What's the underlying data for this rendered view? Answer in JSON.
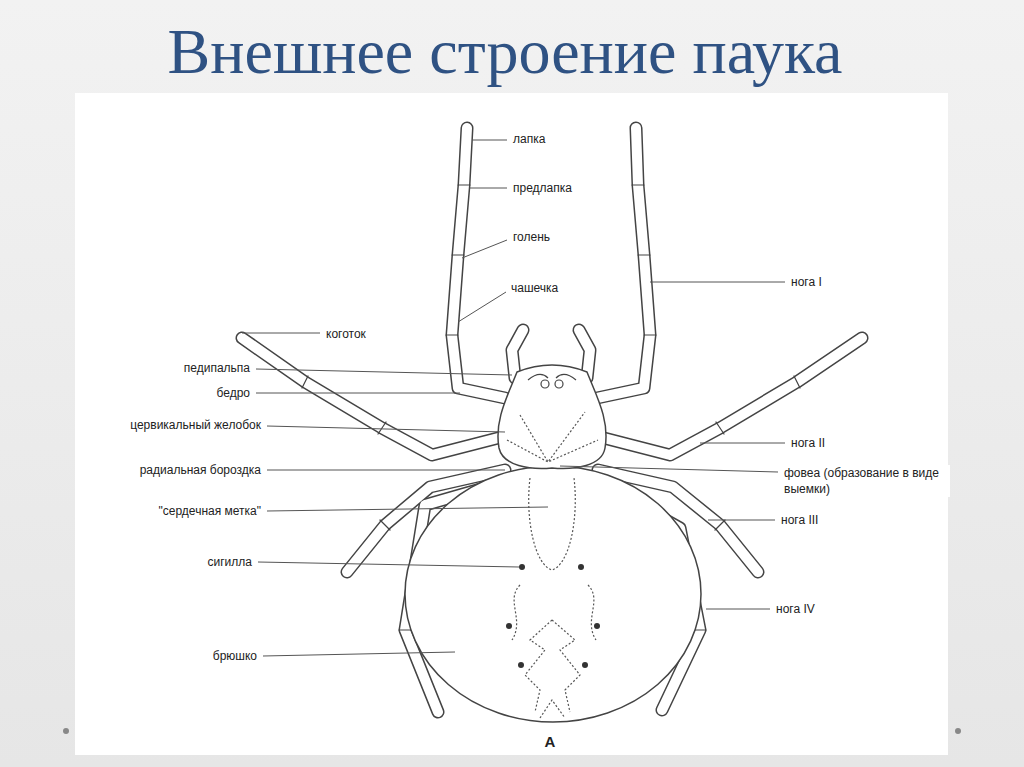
{
  "diagram": {
    "title": "Внешнее строение паука",
    "labels": [
      "лапка",
      "предлапка",
      "голень",
      "чашечка",
      "коготок",
      "педипальпа",
      "бедро",
      "цервикальный желобок",
      "радиальная бороздка",
      "\"сердечная метка\"",
      "сигилла",
      "брюшко",
      "нога I",
      "нога II",
      "фовеа (образование в виде выемки)",
      "нога III",
      "нога IV",
      "A"
    ]
  }
}
